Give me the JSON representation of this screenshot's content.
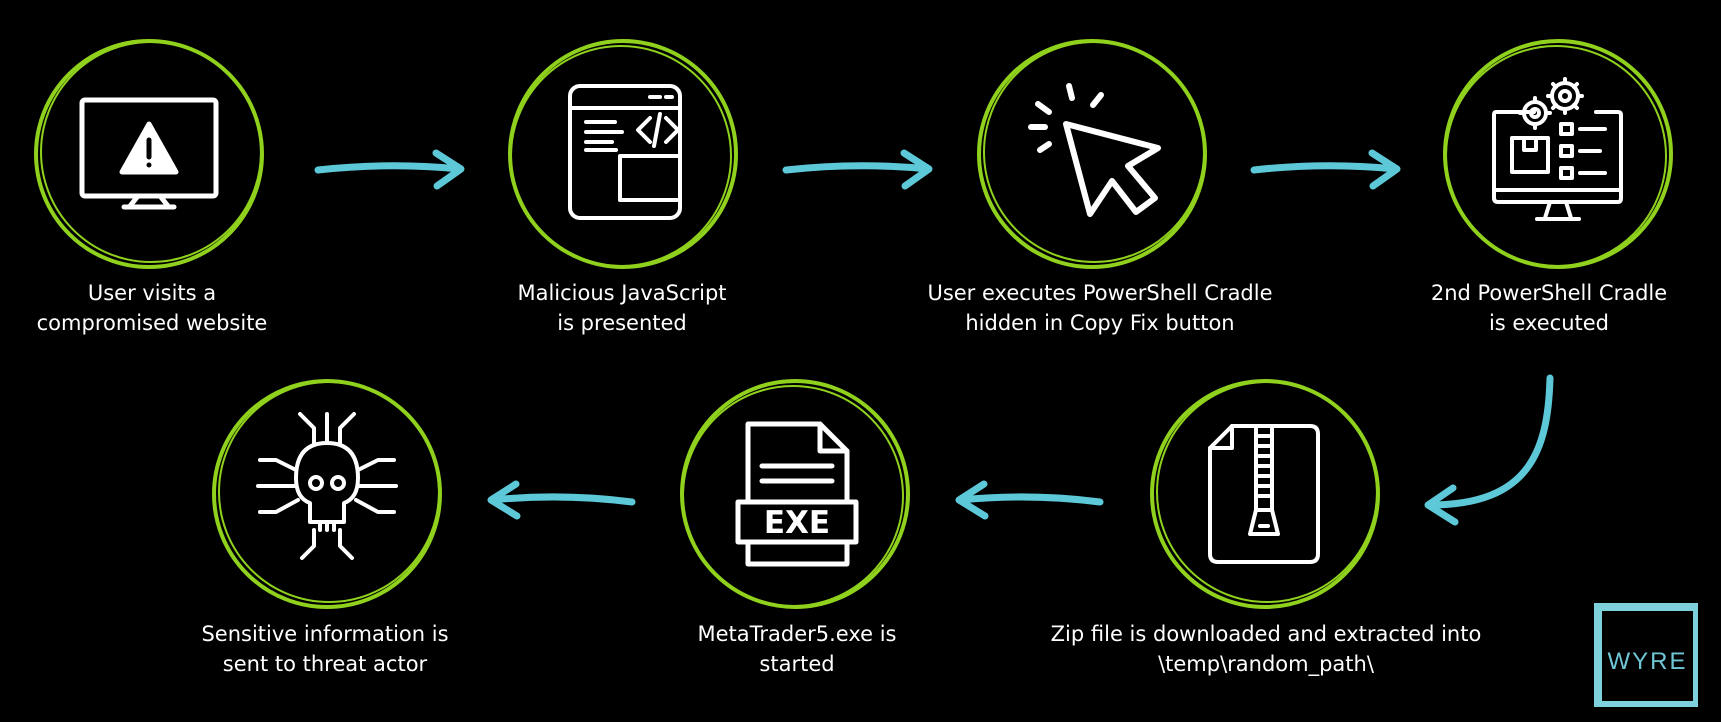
{
  "colors": {
    "background": "#000000",
    "ring": "#8fd11c",
    "arrow": "#5cc8d8",
    "icon": "#ffffff",
    "logo": "#7ed0dd"
  },
  "steps": [
    {
      "lines": [
        "User visits a",
        "compromised website"
      ],
      "icon": "monitor-warning-icon"
    },
    {
      "lines": [
        "Malicious JavaScript",
        "is presented"
      ],
      "icon": "code-window-icon"
    },
    {
      "lines": [
        "User executes PowerShell Cradle",
        "hidden in Copy Fix button"
      ],
      "icon": "cursor-click-icon"
    },
    {
      "lines": [
        "2nd PowerShell Cradle",
        "is executed"
      ],
      "icon": "monitor-gears-icon"
    },
    {
      "lines": [
        "Zip file is downloaded and extracted into",
        "\\temp\\random_path\\"
      ],
      "icon": "zip-file-icon"
    },
    {
      "lines": [
        "MetaTrader5.exe is",
        "started"
      ],
      "icon": "exe-file-icon",
      "icon_label": "EXE"
    },
    {
      "lines": [
        "Sensitive information is",
        "sent to threat actor"
      ],
      "icon": "skull-circuit-icon"
    }
  ],
  "logo": {
    "text": "WYRE"
  }
}
